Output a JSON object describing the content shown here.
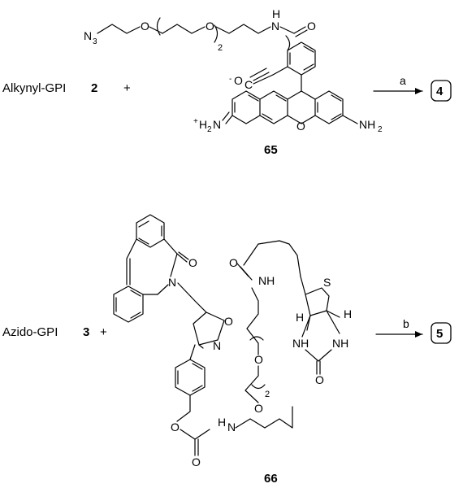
{
  "reactions": [
    {
      "reactant": {
        "name": "Alkynyl-GPI",
        "number": "2"
      },
      "plus": "+",
      "reagent_number": "65",
      "condition": "a",
      "product_number": "4"
    },
    {
      "reactant": {
        "name": "Azido-GPI",
        "number": "3"
      },
      "plus": "+",
      "reagent_number": "66",
      "condition": "b",
      "product_number": "5"
    }
  ],
  "labels65": {
    "n3_main": "N",
    "n3_sub": "3",
    "o_a": "O",
    "o_b": "O",
    "n_amide": "N",
    "h_amide": "H",
    "o_carbonyl": "O",
    "carboxylate_charge": "-",
    "carboxylate": "O",
    "carboxylate_c": "C",
    "repeat": "2",
    "iminium_charge": "+",
    "iminium": "H",
    "iminium_sub": "2",
    "iminium_n": "N",
    "ring_o": "O",
    "amine": "NH",
    "amine_sub": "2"
  },
  "labels66": {
    "ketone_o": "O",
    "ring_n": "N",
    "isox_o": "O",
    "isox_n": "N",
    "amide_o": "O",
    "amide_nh": "NH",
    "s": "S",
    "h_left": "H",
    "h_right": "H",
    "nh_left": "NH",
    "nh_right": "NH",
    "urea_o": "O",
    "peg_o1": "O",
    "peg_o2": "O",
    "repeat": "2",
    "carbamate_o": "O",
    "carbamate_nh": "H",
    "carbamate_n": "N",
    "carbamate_co": "O"
  }
}
